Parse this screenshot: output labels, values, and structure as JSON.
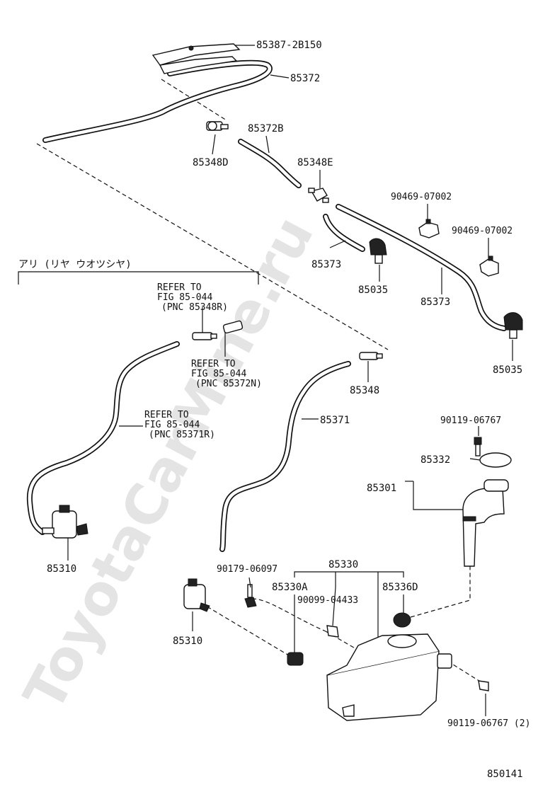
{
  "watermark": "ToyotaCarMine.ru",
  "figure_number": "850141",
  "section_header": "アリ (リヤ ウオツシヤ)",
  "labels": {
    "p85387": "85387-2B150",
    "p85372": "85372",
    "p85372B": "85372B",
    "p85348D": "85348D",
    "p85348E": "85348E",
    "p90469a": "90469-07002",
    "p90469b": "90469-07002",
    "p85373a": "85373",
    "p85035a": "85035",
    "p85373b": "85373",
    "p85035b": "85035",
    "p85348": "85348",
    "p85371": "85371",
    "p90119a": "90119-06767",
    "p85332": "85332",
    "p85301": "85301",
    "p85310a": "85310",
    "p85330": "85330",
    "p90179": "90179-06097",
    "p85330A": "85330A",
    "p85336D": "85336D",
    "p90099": "90099-04433",
    "p85310b": "85310",
    "p90119b": "90119-06767 (2)"
  },
  "refer_notes": {
    "n1": [
      "REFER TO",
      "FIG 85-044",
      "(PNC 85348R)"
    ],
    "n2": [
      "REFER TO",
      "FIG 85-044",
      "(PNC 85372N)"
    ],
    "n3": [
      "REFER TO",
      "FIG 85-044",
      "(PNC 85371R)"
    ]
  }
}
